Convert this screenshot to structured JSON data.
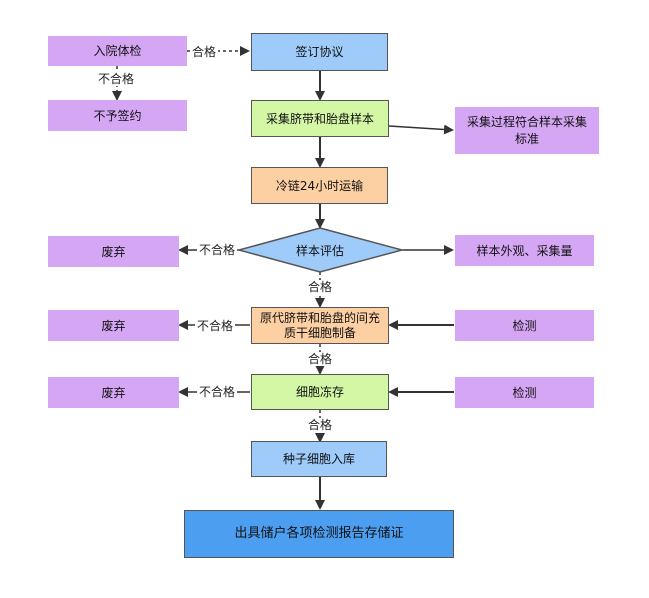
{
  "nodes": {
    "physical_exam": "入院体检",
    "sign_agreement": "签订协议",
    "no_contract": "不予签约",
    "collect_samples": "采集脐带和胎盘样本",
    "collect_standard": "采集过程符合样本采集标准",
    "cold_chain": "冷链24小时运输",
    "sample_eval": "样本评估",
    "appearance_volume": "样本外观、采集量",
    "discard_1": "废弃",
    "msc_prep": "原代脐带和胎盘的间充质干细胞制备",
    "discard_2": "废弃",
    "test_1": "检测",
    "freeze": "细胞冻存",
    "discard_3": "废弃",
    "test_2": "检测",
    "seed_bank": "种子细胞入库",
    "certificate": "出具储户各项检测报告存储证"
  },
  "edge_labels": {
    "pass_exam": "合格",
    "fail_exam": "不合格",
    "fail_eval": "不合格",
    "pass_eval": "合格",
    "fail_prep": "不合格",
    "pass_prep": "合格",
    "fail_freeze": "不合格",
    "pass_freeze": "合格"
  },
  "colors": {
    "purple": "#d5a6f4",
    "blue": "#9ecbf9",
    "green": "#d4f7a6",
    "orange": "#fdd0a4",
    "dark_blue": "#4c9ef0",
    "arrow": "#333333"
  }
}
